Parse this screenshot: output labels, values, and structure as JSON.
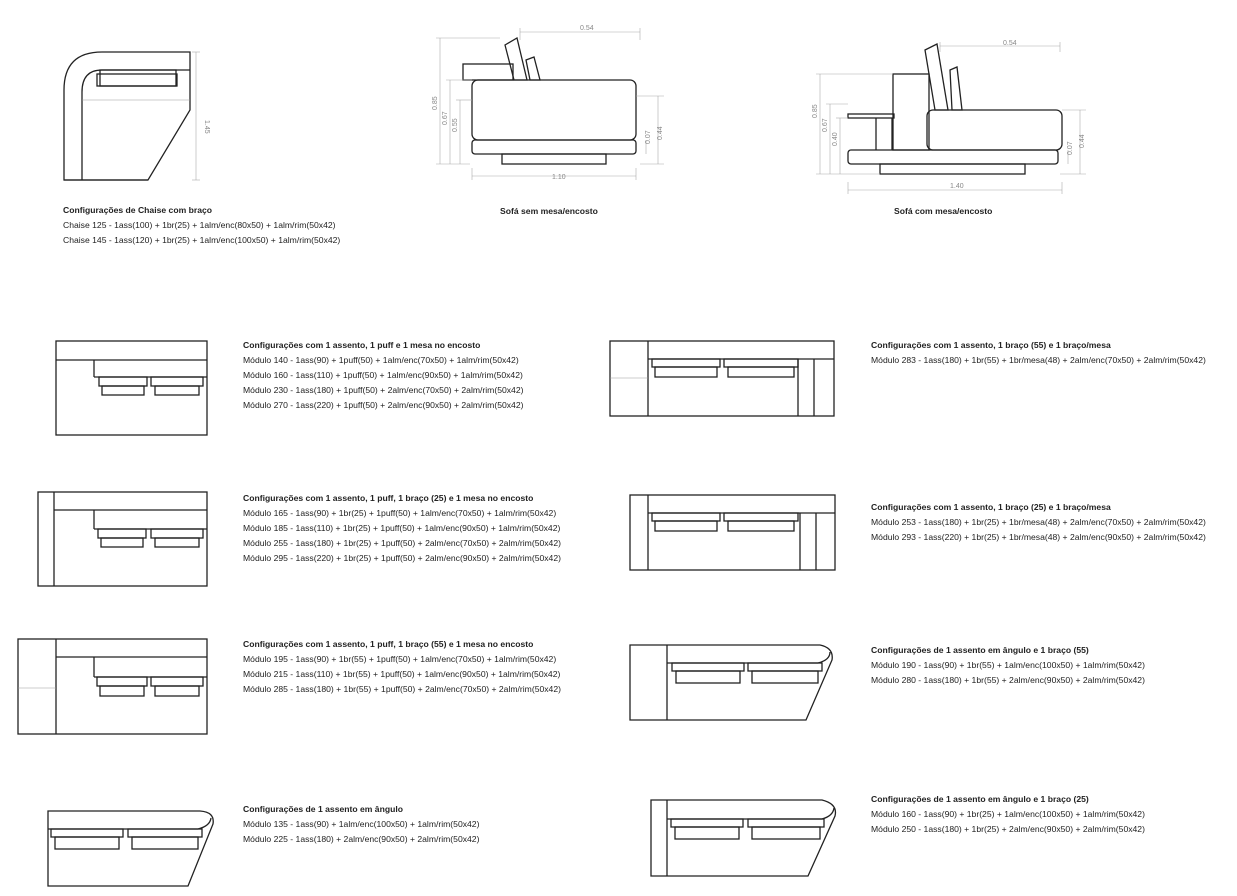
{
  "top": {
    "chaise": {
      "title": "Configurações de Chaise com braço",
      "lines": [
        "Chaise 125 - 1ass(100) + 1br(25) + 1alm/enc(80x50) + 1alm/rim(50x42)",
        "Chaise 145 - 1ass(120) + 1br(25) + 1alm/enc(100x50) + 1alm/rim(50x42)"
      ],
      "dims": [
        "1.45"
      ]
    },
    "sofa_sem_mesa": {
      "caption": "Sofá sem mesa/encosto",
      "dims": [
        "0.54",
        "0.85",
        "0.67",
        "0.55",
        "0.07",
        "0.44",
        "1.10"
      ]
    },
    "sofa_com_mesa": {
      "caption": "Sofá com mesa/encosto",
      "dims": [
        "0.54",
        "0.85",
        "0.67",
        "0.40",
        "0.07",
        "0.44",
        "1.40"
      ]
    }
  },
  "configs": [
    {
      "title": "Configurações com 1 assento, 1 puff e 1 mesa no encosto",
      "lines": [
        "Módulo 140 - 1ass(90) + 1puff(50) + 1alm/enc(70x50) + 1alm/rim(50x42)",
        "Módulo 160 - 1ass(110) + 1puff(50) + 1alm/enc(90x50) + 1alm/rim(50x42)",
        "Módulo 230 - 1ass(180) + 1puff(50) + 2alm/enc(70x50) + 2alm/rim(50x42)",
        "Módulo 270 - 1ass(220) + 1puff(50) + 2alm/enc(90x50) + 2alm/rim(50x42)"
      ]
    },
    {
      "title": "Configurações com 1 assento, 1 braço (55) e 1 braço/mesa",
      "lines": [
        "Módulo 283 - 1ass(180) + 1br(55) + 1br/mesa(48) + 2alm/enc(70x50) + 2alm/rim(50x42)"
      ]
    },
    {
      "title": "Configurações com 1 assento, 1 puff, 1 braço (25) e 1 mesa no encosto",
      "lines": [
        "Módulo 165 - 1ass(90) + 1br(25) + 1puff(50) + 1alm/enc(70x50) + 1alm/rim(50x42)",
        "Módulo 185 - 1ass(110) + 1br(25) + 1puff(50) + 1alm/enc(90x50) + 1alm/rim(50x42)",
        "Módulo 255 - 1ass(180) + 1br(25) + 1puff(50) + 2alm/enc(70x50) + 2alm/rim(50x42)",
        "Módulo 295 - 1ass(220) + 1br(25) + 1puff(50) + 2alm/enc(90x50) + 2alm/rim(50x42)"
      ]
    },
    {
      "title": "Configurações com 1 assento, 1 braço (25) e 1 braço/mesa",
      "lines": [
        "Módulo 253 - 1ass(180) + 1br(25) + 1br/mesa(48) + 2alm/enc(70x50) + 2alm/rim(50x42)",
        "Módulo 293 - 1ass(220) + 1br(25) + 1br/mesa(48) + 2alm/enc(90x50) + 2alm/rim(50x42)"
      ]
    },
    {
      "title": "Configurações com 1 assento, 1 puff, 1 braço (55) e 1 mesa no encosto",
      "lines": [
        "Módulo 195 - 1ass(90) + 1br(55) + 1puff(50) + 1alm/enc(70x50) + 1alm/rim(50x42)",
        "Módulo 215 - 1ass(110) + 1br(55) + 1puff(50) + 1alm/enc(90x50) + 1alm/rim(50x42)",
        "Módulo 285 - 1ass(180) + 1br(55) + 1puff(50) + 2alm/enc(70x50) + 2alm/rim(50x42)"
      ]
    },
    {
      "title": "Configurações de 1 assento em ângulo e 1 braço (55)",
      "lines": [
        "Módulo 190 - 1ass(90) + 1br(55) + 1alm/enc(100x50) + 1alm/rim(50x42)",
        "Módulo 280 - 1ass(180) + 1br(55) + 2alm/enc(90x50) + 2alm/rim(50x42)"
      ]
    },
    {
      "title": "Configurações de 1 assento em ângulo",
      "lines": [
        "Módulo 135 - 1ass(90) + 1alm/enc(100x50) + 1alm/rim(50x42)",
        "Módulo 225 - 1ass(180) + 2alm/enc(90x50) + 2alm/rim(50x42)"
      ]
    },
    {
      "title": "Configurações de 1 assento em ângulo e 1 braço (25)",
      "lines": [
        "Módulo 160 - 1ass(90) + 1br(25) + 1alm/enc(100x50) + 1alm/rim(50x42)",
        "Módulo 250 - 1ass(180) + 1br(25) + 2alm/enc(90x50) + 2alm/rim(50x42)"
      ]
    }
  ]
}
